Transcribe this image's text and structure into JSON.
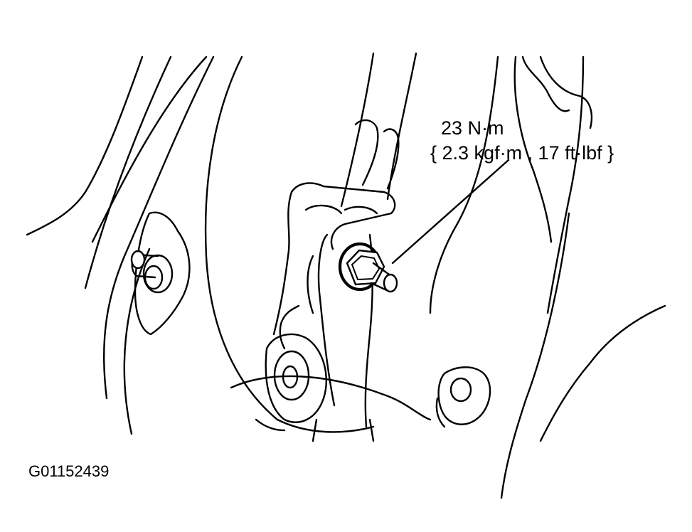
{
  "callout": {
    "torque_value": "23 N·m",
    "torque_conversions": "{ 2.3 kgf·m , 17 ft·lbf }"
  },
  "figure": {
    "id": "G01152439"
  }
}
